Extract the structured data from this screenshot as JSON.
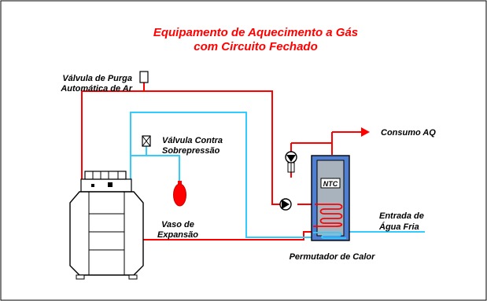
{
  "diagram": {
    "title_line1": "Equipamento de Aquecimento a Gás",
    "title_line2": "com Circuito Fechado",
    "air_valve_line1": "Válvula de Purga",
    "air_valve_line2": "Automática de Ar",
    "relief_valve_line1": "Válvula Contra",
    "relief_valve_line2": "Sobrepressão",
    "expansion_vessel_line1": "Vaso de",
    "expansion_vessel_line2": "Expansão",
    "hot_water_out": "Consumo AQ",
    "cold_water_in_line1": "Entrada de",
    "cold_water_in_line2": "Água Fria",
    "heat_exchanger": "Permutador de Calor",
    "ntc_sensor": "NTC"
  },
  "colors": {
    "hot_pipe": "#ff0000",
    "cold_pipe": "#33ccff",
    "title": "#ff0000",
    "exchanger_body": "#4f7fd3",
    "expansion_vessel": "#ff0000",
    "frame": "#000000"
  }
}
